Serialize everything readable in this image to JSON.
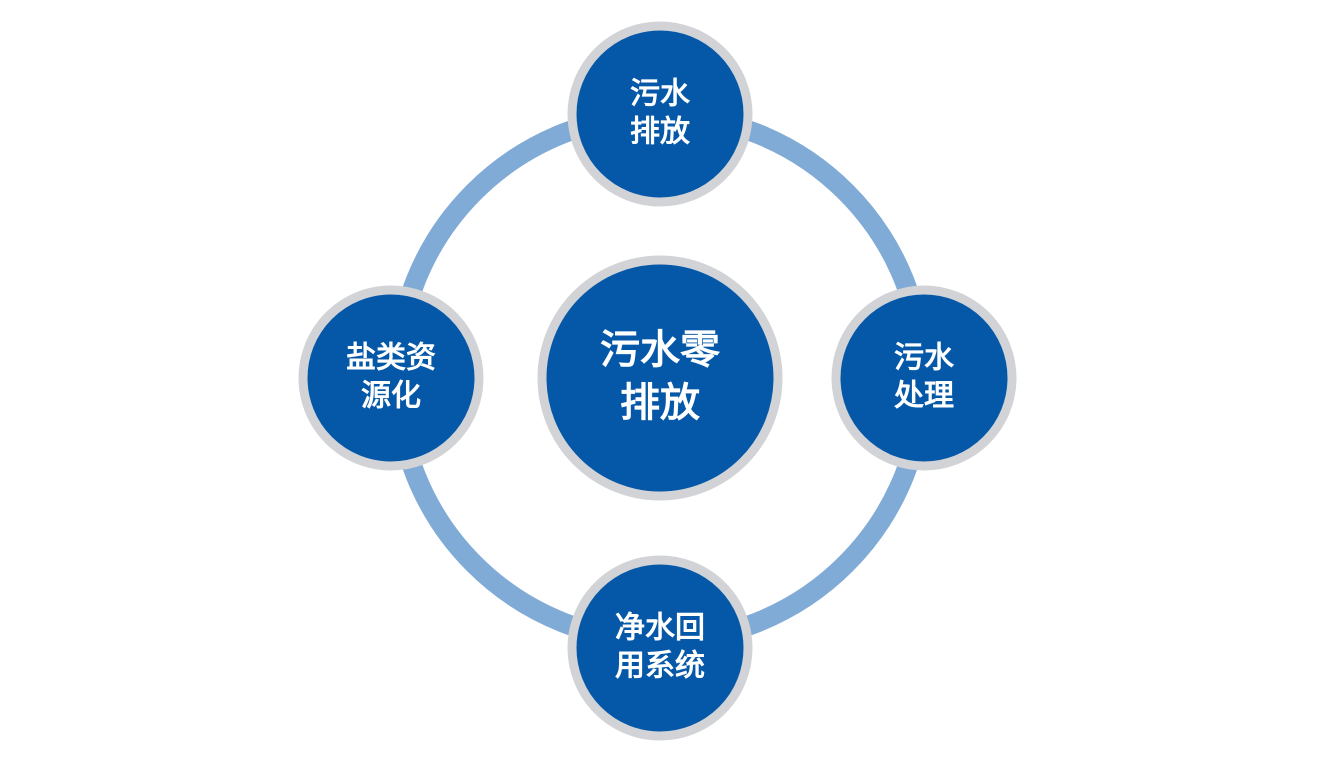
{
  "colors": {
    "background": "#ffffff",
    "ring": "#80abd6",
    "node_fill": "#0558a8",
    "node_border": "#d1d3d6",
    "text": "#ffffff"
  },
  "diagram": {
    "center": {
      "line1": "污水零",
      "line2": "排放"
    },
    "nodes": {
      "top": {
        "line1": "污水",
        "line2": "排放"
      },
      "right": {
        "line1": "污水",
        "line2": "处理"
      },
      "bottom": {
        "line1": "净水回",
        "line2": "用系统"
      },
      "left": {
        "line1": "盐类资",
        "line2": "源化"
      }
    }
  }
}
